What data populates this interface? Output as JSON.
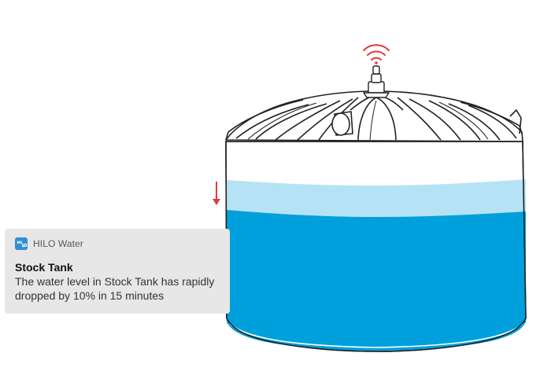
{
  "notification": {
    "app_icon": "hilo-logo-icon",
    "app_name": "HILO Water",
    "title": "Stock Tank",
    "body": "The water level in Stock Tank has rapidly dropped by 10% in 15 minutes"
  },
  "tank": {
    "level_before_percent": 80,
    "level_after_percent": 70,
    "colors": {
      "water": "#00a0dc",
      "drained_water": "#b5e3f5",
      "outline": "#222222",
      "alert": "#e23a3a"
    }
  },
  "icons": {
    "signal": "wifi-signal-icon",
    "drop_arrow": "arrow-down-icon"
  }
}
